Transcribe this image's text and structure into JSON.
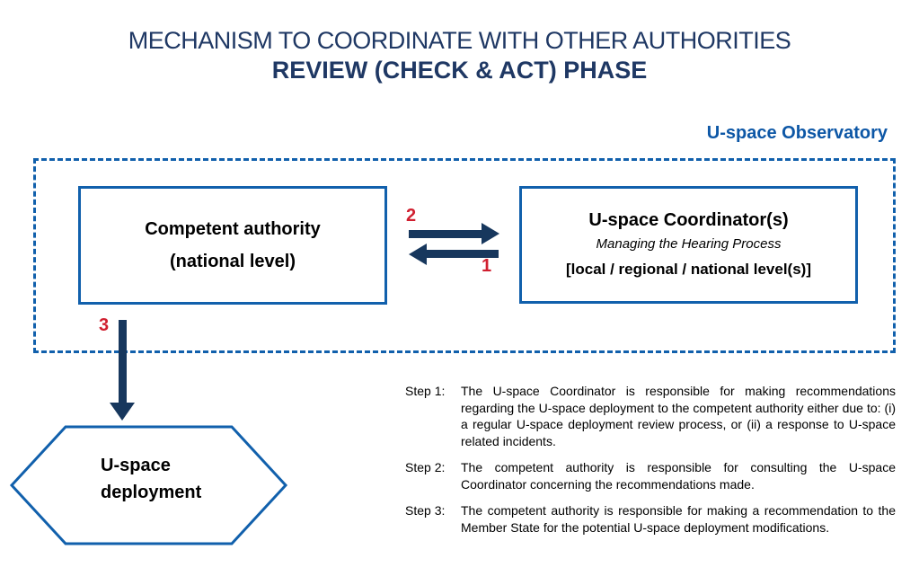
{
  "title": {
    "line1": "MECHANISM TO COORDINATE WITH OTHER AUTHORITIES",
    "line2": "REVIEW (CHECK & ACT) PHASE"
  },
  "observatory": {
    "label": "U-space Observatory"
  },
  "competent_authority_box": {
    "line1": "Competent authority",
    "line2": "(national level)"
  },
  "coordinator_box": {
    "title": "U-space Coordinator(s)",
    "subtitle": "Managing the Hearing Process",
    "levels": "[local / regional / national level(s)]"
  },
  "deployment_hexagon": {
    "line1": "U-space",
    "line2": "deployment"
  },
  "arrow_labels": {
    "one": "1",
    "two": "2",
    "three": "3"
  },
  "steps": [
    {
      "label": "Step 1:",
      "text": "The U-space Coordinator is responsible for making recommendations regarding the U-space deployment to the competent authority either due to: (i) a regular U-space deployment review process, or (ii) a response to U-space related incidents."
    },
    {
      "label": "Step 2:",
      "text": "The competent authority is responsible for consulting the U-space Coordinator concerning the recommendations made."
    },
    {
      "label": "Step 3:",
      "text": "The competent authority is responsible for making a recommendation to the Member State for the potential U-space deployment modifications."
    }
  ],
  "colors": {
    "title_navy": "#1F3864",
    "arrow_navy": "#17375D",
    "border_blue": "#1160AC",
    "observatory_blue": "#0D57A6",
    "step_number_red": "#D01F2F",
    "body_text": "#000000"
  }
}
